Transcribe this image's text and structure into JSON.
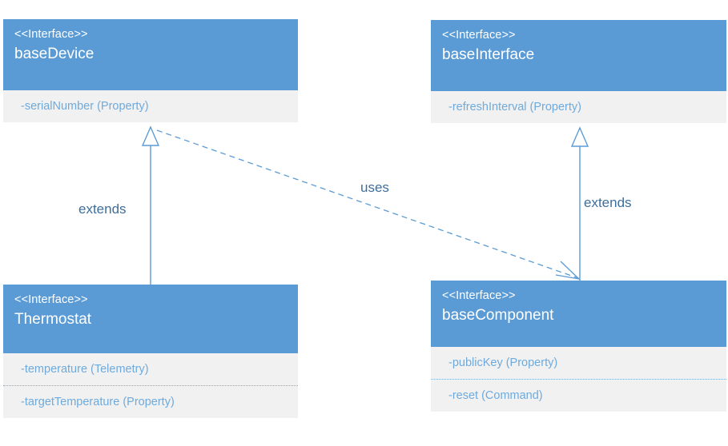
{
  "diagram": {
    "type": "uml-class-diagram",
    "background_color": "#FFFFFF",
    "header_color": "#5B9BD5",
    "body_color": "#F1F1F1",
    "member_text_color": "#6FAADC",
    "edge_color": "#5B9BD5",
    "edge_label_color": "#3E6E9C",
    "classes": [
      {
        "id": "baseDevice",
        "stereotype": "<<Interface>>",
        "name": "baseDevice",
        "members": [
          {
            "text": "-serialNumber (Property)"
          }
        ]
      },
      {
        "id": "baseInterface",
        "stereotype": "<<Interface>>",
        "name": "baseInterface",
        "members": [
          {
            "text": "-refreshInterval (Property)"
          }
        ]
      },
      {
        "id": "Thermostat",
        "stereotype": "<<Interface>>",
        "name": "Thermostat",
        "members": [
          {
            "text": "-temperature (Telemetry)"
          },
          {
            "text": "-targetTemperature (Property)"
          }
        ]
      },
      {
        "id": "baseComponent",
        "stereotype": "<<Interface>>",
        "name": "baseComponent",
        "members": [
          {
            "text": "-publicKey (Property)"
          },
          {
            "text": "-reset (Command)"
          }
        ]
      }
    ],
    "relationships": [
      {
        "id": "thermostat-extends-basedevice",
        "label": "extends",
        "from": "Thermostat",
        "to": "baseDevice",
        "style": "solid",
        "arrowhead": "hollow-triangle"
      },
      {
        "id": "basecomponent-extends-baseinterface",
        "label": "extends",
        "from": "baseComponent",
        "to": "baseInterface",
        "style": "solid",
        "arrowhead": "hollow-triangle"
      },
      {
        "id": "basedevice-uses-basecomponent",
        "label": "uses",
        "from": "baseDevice",
        "to": "baseComponent",
        "style": "dashed",
        "arrowhead": "open-arrow"
      }
    ]
  }
}
